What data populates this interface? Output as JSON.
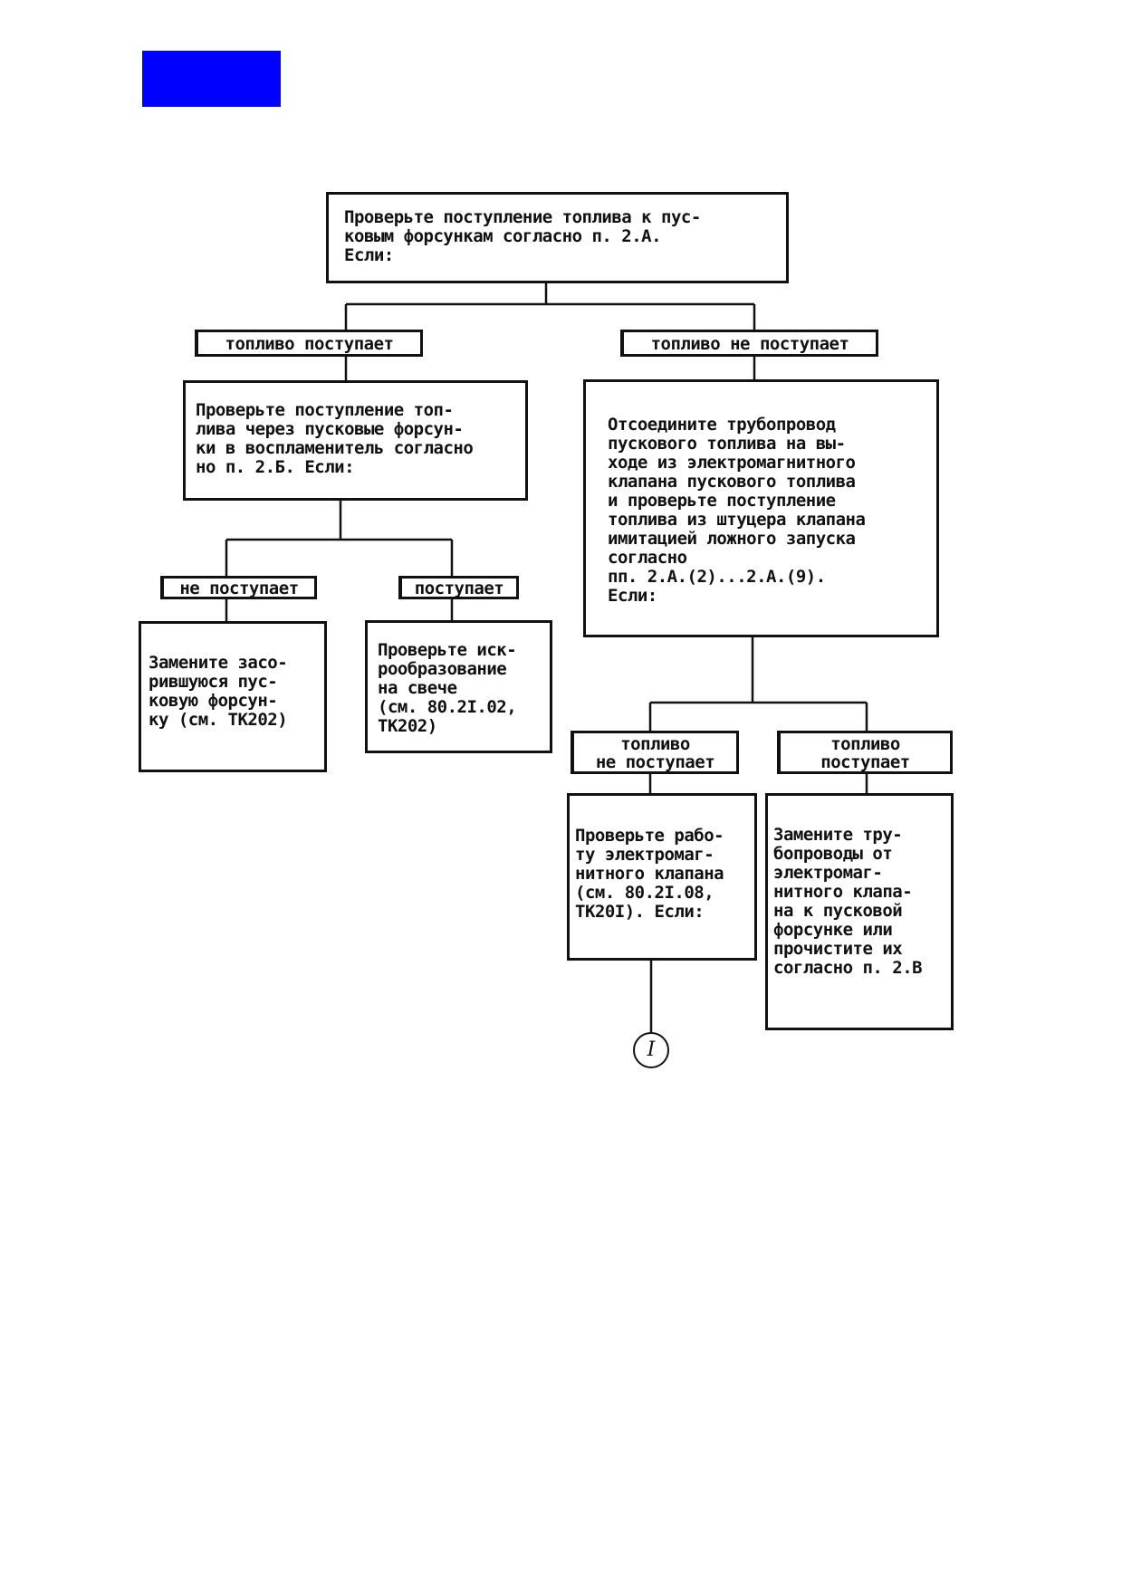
{
  "diagram": {
    "top_box": "Проверьте поступление топлива к пус-\nковым форсункам согласно п. 2.А.\nЕсли:",
    "left": {
      "branch_label": "топливо поступает",
      "check_box": "Проверьте поступление топ-\nлива через пусковые форсун-\nки в воспламенитель согласно\nно п. 2.Б. Если:",
      "sub_left_label": "не поступает",
      "sub_left_box": "Замените засо-\nрившуюся пус-\nковую форсун-\nку  (см. ТК202)",
      "sub_right_label": "поступает",
      "sub_right_box": "Проверьте иск-\nрообразование\nна свече\n(см. 80.2I.02,\nТК202)"
    },
    "right": {
      "branch_label": "топливо не поступает",
      "check_box": "Отсоедините трубопровод\nпускового топлива на вы-\nходе из электромагнитного\nклапана пускового топлива\nи проверьте поступление\nтоплива из штуцера клапана\nимитацией ложного запуска\nсогласно\nпп. 2.А.(2)...2.А.(9).\nЕсли:",
      "sub_left_label": "топливо\nне поступает",
      "sub_left_box": "Проверьте рабо-\nту электромаг-\nнитного клапана\n(см. 80.2I.08,\nТК20I). Если:",
      "sub_right_label": "топливо\nпоступает",
      "sub_right_box": "Замените тру-\nбопроводы от\nэлектромаг-\nнитного клапа-\nна к пусковой\nфорсунке или\nпрочистите их\nсогласно п. 2.В"
    },
    "terminal": "I"
  },
  "colors": {
    "header_block": "#0000ff",
    "lines": "#111111"
  }
}
